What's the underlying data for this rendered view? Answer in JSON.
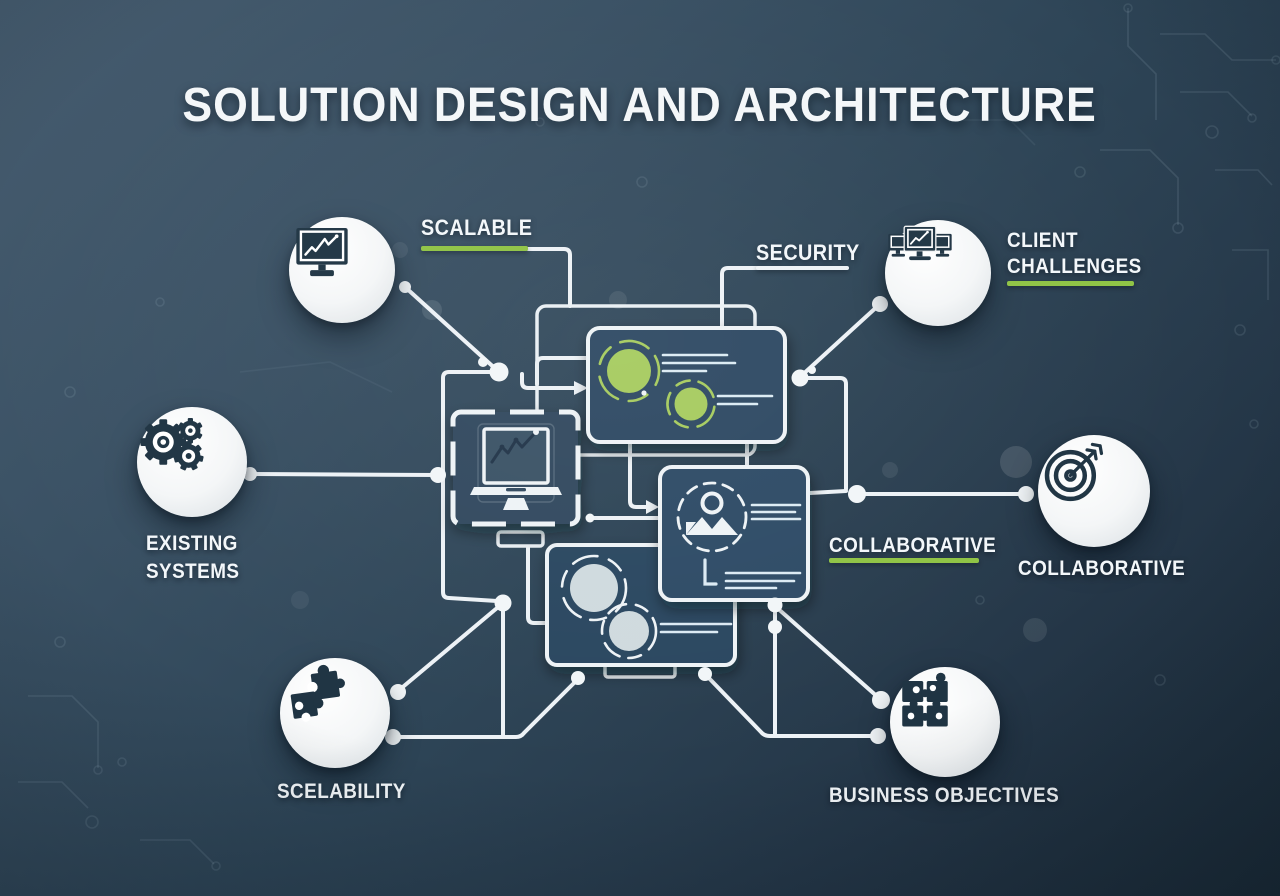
{
  "title": "SOLUTION DESIGN AND ARCHITECTURE",
  "nodes": {
    "scalable": {
      "label": "SCALABLE",
      "icon": "monitor-chart-icon",
      "underline_color": "#8fc344"
    },
    "security": {
      "label": "SECURITY",
      "underline_color": "#eef3f6"
    },
    "client_challenges": {
      "label_line1": "CLIENT",
      "label_line2": "CHALLENGES",
      "icon": "multi-monitor-icon",
      "underline_color": "#8fc344"
    },
    "existing_systems": {
      "label_line1": "EXISTING",
      "label_line2": "SYSTEMS",
      "icon": "gears-icon"
    },
    "collaborative_center": {
      "label": "COLLABORATIVE",
      "underline_color": "#8fc344"
    },
    "collaborative_target": {
      "label": "COLLABORATIVE",
      "icon": "target-arrow-icon"
    },
    "scelability": {
      "label": "SCELABILITY",
      "icon": "puzzle-two-pieces-icon"
    },
    "business_objectives": {
      "label": "BUSINESS OBJECTIVES",
      "icon": "puzzle-four-pieces-icon"
    }
  },
  "cards": {
    "analytics_card": {
      "content": "green-data-circles"
    },
    "monitor_card": {
      "content": "laptop-chart-icon"
    },
    "profile_card": {
      "content": "photo-person-icon"
    },
    "records_card": {
      "content": "gray-data-circles"
    }
  },
  "colors": {
    "background_mid": "#33495c",
    "background_dark": "#1e2f3c",
    "card_fill": "#2d4a63",
    "line_white": "#edf2f6",
    "accent_green": "#a6cb5e",
    "underline_green": "#8fc344",
    "icon_navy": "#1f3443",
    "gray_circle": "#cfdade"
  }
}
